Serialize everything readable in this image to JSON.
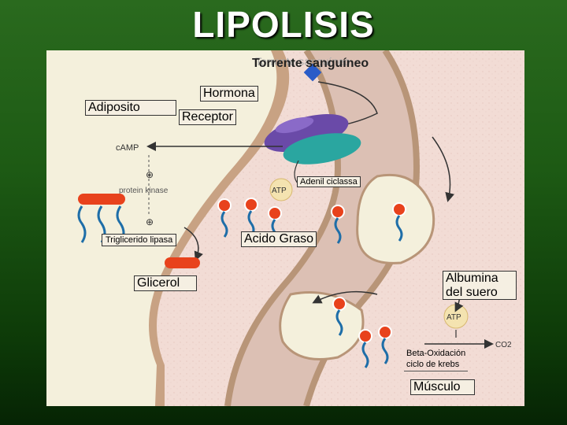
{
  "title": "LIPOLISIS",
  "labels": {
    "torrente": "Torrente sanguíneo",
    "hormona": "Hormona",
    "adiposito": "Adiposito",
    "receptor": "Receptor",
    "adenil": "Adenil ciclassa",
    "acido": "Acido Graso",
    "trigliceridos": "Triglicerido lipasa",
    "glicerol": "Glicerol",
    "albumina": "Albumina\ndel suero",
    "beta": "Beta-Oxidación\nciclo de krebs",
    "musculo": "Músculo"
  },
  "diagram_text": {
    "camp": "cAMP",
    "protein_kinase": "protein kinase",
    "atp_1": "ATP",
    "atp_2": "ATP",
    "co2": "CO2"
  },
  "colors": {
    "background_top": "#2a6a1e",
    "background_bottom": "#062404",
    "tissue": "#f2dcd5",
    "vessel": "#d9b9ad",
    "cell_interior": "#f4f0dc",
    "membrane": "#b89578",
    "fatty_acid_head": "#e8421c",
    "fatty_acid_tail": "#1e6ea8",
    "receptor_purple": "#6a4aa8",
    "receptor_teal": "#2aa6a0",
    "hormone_blue": "#2a5cc8"
  }
}
